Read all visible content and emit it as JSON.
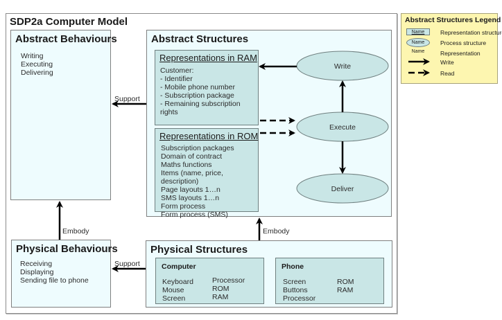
{
  "model": {
    "title": "SDP2a Computer Model"
  },
  "abstract_behaviours": {
    "title": "Abstract Behaviours",
    "items": [
      "Writing",
      "Executing",
      "Delivering"
    ]
  },
  "abstract_structures": {
    "title": "Abstract Structures",
    "ram": {
      "title": "Representations in RAM",
      "items": [
        "Customer:",
        "- Identifier",
        "- Mobile phone number",
        "- Subscription package",
        "- Remaining subscription rights"
      ]
    },
    "rom": {
      "title": "Representations in ROM",
      "items": [
        "Subscription packages",
        "Domain of contract",
        "Maths functions",
        "Items (name, price, description)",
        "Page layouts 1…n",
        "SMS layouts 1…n",
        "Form process",
        "Form process (SMS)"
      ]
    },
    "processes": {
      "write": "Write",
      "execute": "Execute",
      "deliver": "Deliver"
    }
  },
  "physical_behaviours": {
    "title": "Physical Behaviours",
    "items": [
      "Receiving",
      "Displaying",
      "Sending file to phone"
    ]
  },
  "physical_structures": {
    "title": "Physical Structures",
    "computer": {
      "title": "Computer",
      "col1": [
        "Keyboard",
        "Mouse",
        "Screen"
      ],
      "col2": [
        "Processor",
        "ROM",
        "RAM"
      ]
    },
    "phone": {
      "title": "Phone",
      "col1": [
        "Screen",
        "Buttons",
        "Processor"
      ],
      "col2": [
        "ROM",
        "RAM"
      ]
    }
  },
  "connectors": {
    "support_top": "Support",
    "support_bottom": "Support",
    "embody_left": "Embody",
    "embody_right": "Embody"
  },
  "legend": {
    "title": "Abstract Structures Legend",
    "sample_name": "Name",
    "items": {
      "representation_structure": "Representation structure",
      "process_structure": "Process structure",
      "representation": "Representation",
      "write": "Write",
      "read": "Read"
    }
  },
  "colors": {
    "panel_bg": "#eefcfe",
    "box_bg": "#c9e6e6",
    "legend_bg": "#fdf6b0"
  }
}
